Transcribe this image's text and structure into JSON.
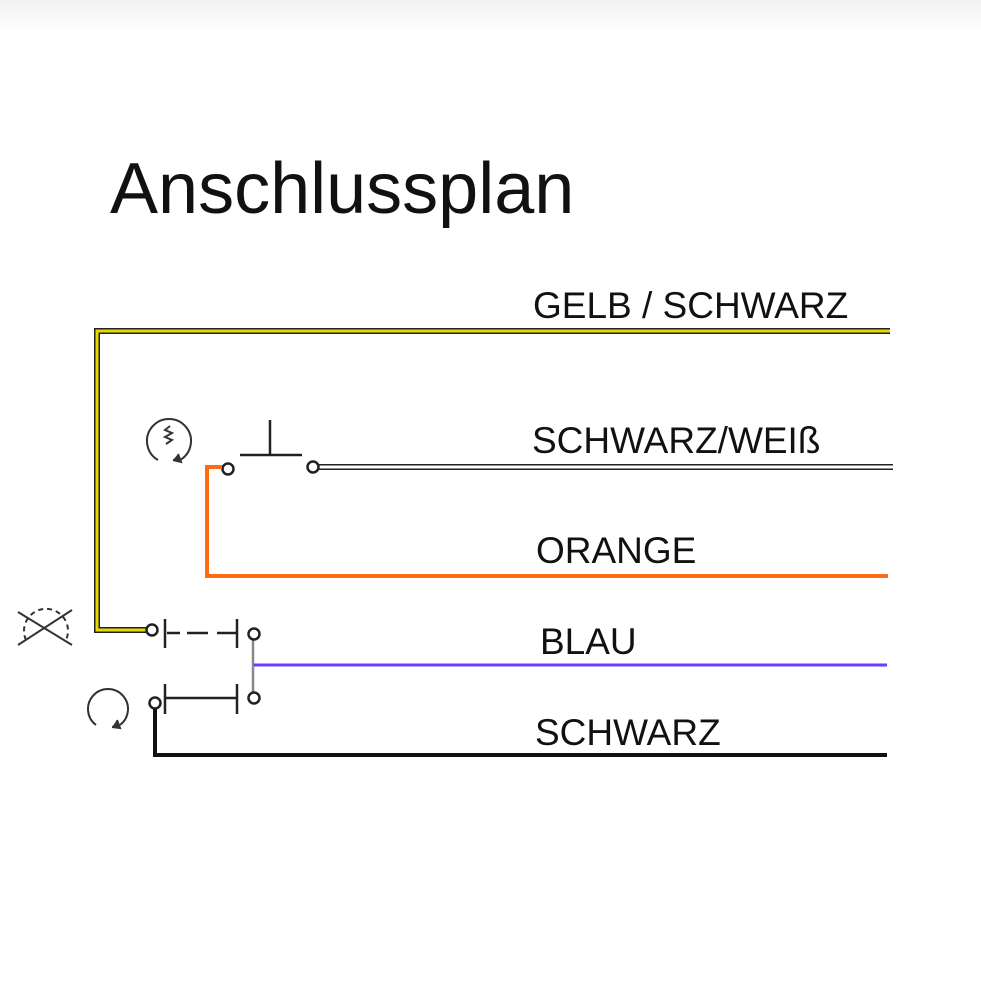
{
  "title": "Anschlussplan",
  "wires": [
    {
      "label": "GELB / SCHWARZ",
      "color": "#e6d800"
    },
    {
      "label": "SCHWARZ/WEIß",
      "color": "#ffffff"
    },
    {
      "label": "ORANGE",
      "color": "#ff6a13"
    },
    {
      "label": "BLAU",
      "color": "#6a3cff"
    },
    {
      "label": "SCHWARZ",
      "color": "#111111"
    }
  ]
}
